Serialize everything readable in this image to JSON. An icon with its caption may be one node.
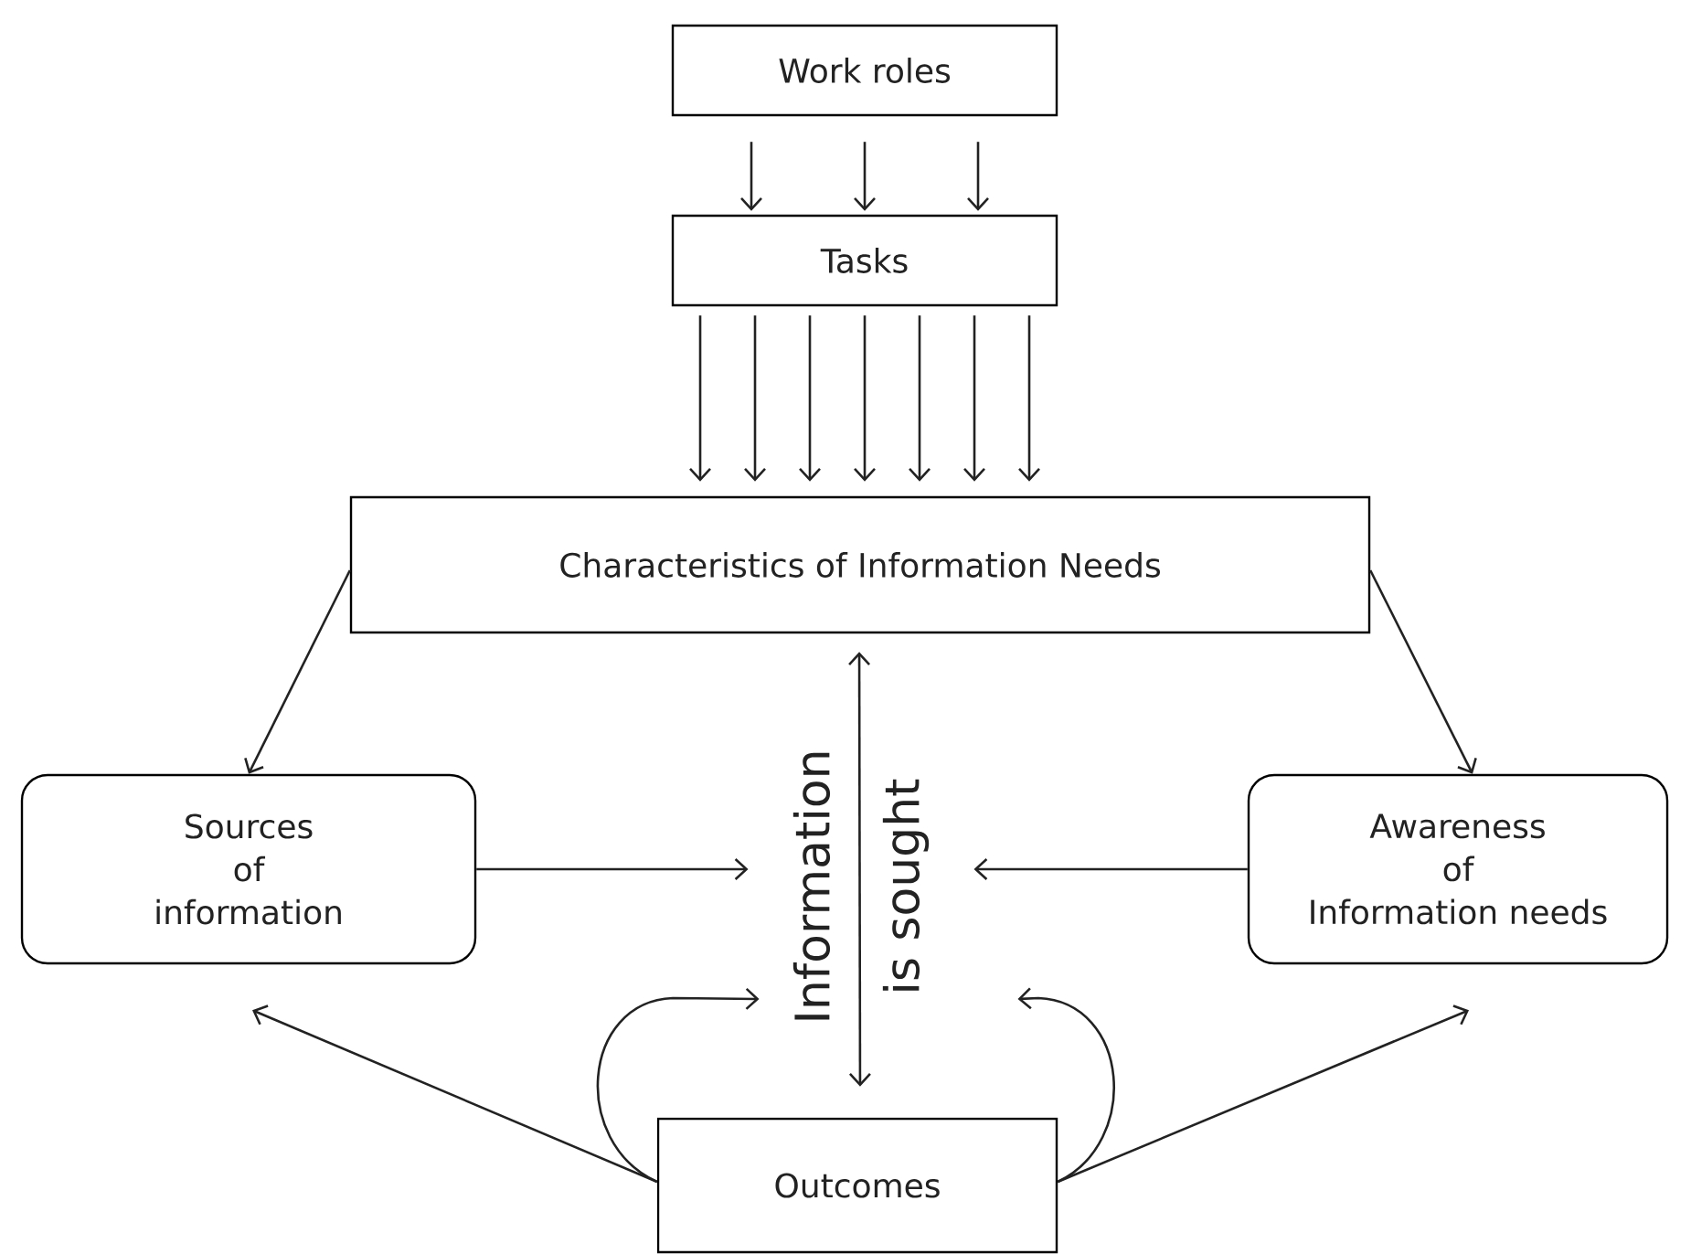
{
  "diagram": {
    "nodes": [
      {
        "text": [
          "Work roles"
        ]
      },
      {
        "text": [
          "Tasks"
        ]
      },
      {
        "text": [
          "Characteristics of Information Needs"
        ]
      },
      {
        "text": [
          "Sources of information"
        ]
      },
      {
        "text": [
          "Information is sought"
        ]
      },
      {
        "text": [
          "Awareness of Information needs"
        ]
      },
      {
        "text": [
          "Outcomes"
        ]
      }
    ],
    "edges": [
      {
        "from": 0,
        "to": 1,
        "arrow": "to"
      },
      {
        "from": 0,
        "to": 1,
        "arrow": "to"
      },
      {
        "from": 0,
        "to": 1,
        "arrow": "to"
      },
      {
        "from": 1,
        "to": 2,
        "arrow": "to"
      },
      {
        "from": 1,
        "to": 2,
        "arrow": "to"
      },
      {
        "from": 1,
        "to": 2,
        "arrow": "to"
      },
      {
        "from": 1,
        "to": 2,
        "arrow": "to"
      },
      {
        "from": 1,
        "to": 2,
        "arrow": "to"
      },
      {
        "from": 1,
        "to": 2,
        "arrow": "to"
      },
      {
        "from": 1,
        "to": 2,
        "arrow": "to"
      },
      {
        "from": 2,
        "to": 3,
        "arrow": "to"
      },
      {
        "from": 2,
        "to": 5,
        "arrow": "to"
      },
      {
        "from": 3,
        "to": 4,
        "arrow": "to"
      },
      {
        "from": 5,
        "to": 4,
        "arrow": "to"
      },
      {
        "from": 2,
        "to": 6,
        "arrow": "both"
      },
      {
        "from": 6,
        "to": 3,
        "arrow": "to"
      },
      {
        "from": 6,
        "to": 5,
        "arrow": "to"
      },
      {
        "from": 6,
        "to": 4,
        "arrow": "to"
      },
      {
        "from": 6,
        "to": 4,
        "arrow": "to"
      }
    ]
  }
}
